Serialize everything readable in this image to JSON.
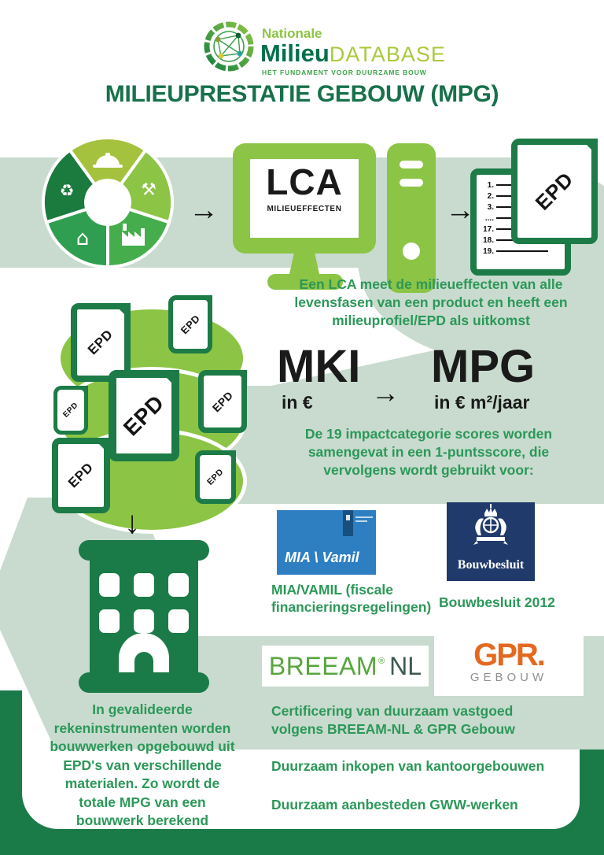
{
  "logo": {
    "brand_top": "Nationale",
    "brand_main": "Milieu",
    "brand_suffix": "DATABASE",
    "tagline": "HET FUNDAMENT VOOR DUURZAME BOUW"
  },
  "title": "MILIEUPRESTATIE GEBOUW (MPG)",
  "colors": {
    "ribbon_sage": "#c8dbce",
    "dark_green": "#1b7b48",
    "light_green": "#8cc445",
    "text_green": "#2b9858",
    "title_green": "#17714b",
    "mia_blue": "#2e7fc2",
    "bouwbesluit_navy": "#203a6b",
    "breeam_green": "#55a63b",
    "gpr_orange": "#e4691f"
  },
  "lifecycle_wheel": {
    "segment_icons": [
      "helmet-icon",
      "tools-icon",
      "factory-icon",
      "home-icon",
      "recycle-icon"
    ]
  },
  "flow_top": {
    "arrow1": "→",
    "arrow2": "→",
    "lca": "LCA",
    "lca_sub": "MILIEUEFFECTEN",
    "list": [
      "1.",
      "2.",
      "3.",
      "....",
      "17.",
      "18.",
      "19."
    ],
    "caption": "Een LCA meet de milieueffecten van alle\nlevensfasen van een product en heeft een\nmilieuprofiel/EPD als uitkomst"
  },
  "epd": {
    "label": "EPD"
  },
  "mid": {
    "mki": "MKI",
    "mki_unit": "in €",
    "arrow": "→",
    "mpg": "MPG",
    "mpg_unit": "in € m²/jaar",
    "caption": "De 19 impactcategorie scores worden\nsamengevat in een 1-puntsscore, die\nvervolgens wordt gebruikt voor:"
  },
  "down_arrow": "↓",
  "left_column": {
    "caption": "In gevalideerde\nrekeninstrumenten worden\nbouwwerken opgebouwd uit\nEPD's van verschillende\nmaterialen. Zo wordt de\ntotale MPG van een\nbouwwerk berekend"
  },
  "programs": {
    "mia": {
      "logo_text": "MIA \\ Vamil",
      "label": "MIA/VAMIL (fiscale\nfinancieringsregelingen)"
    },
    "bouwbesluit": {
      "logo_text": "Bouwbesluit",
      "label": "Bouwbesluit 2012"
    },
    "breeam": {
      "word": "BREEAM",
      "reg": "®",
      "nl": "NL"
    },
    "gpr": {
      "word": "GPR.",
      "sub": "GEBOUW"
    },
    "cert_caption": "Certificering van duurzaam vastgoed\nvolgens BREEAM-NL & GPR Gebouw",
    "line1": "Duurzaam inkopen van kantoorgebouwen",
    "line2": "Duurzaam aanbesteden GWW-werken"
  }
}
